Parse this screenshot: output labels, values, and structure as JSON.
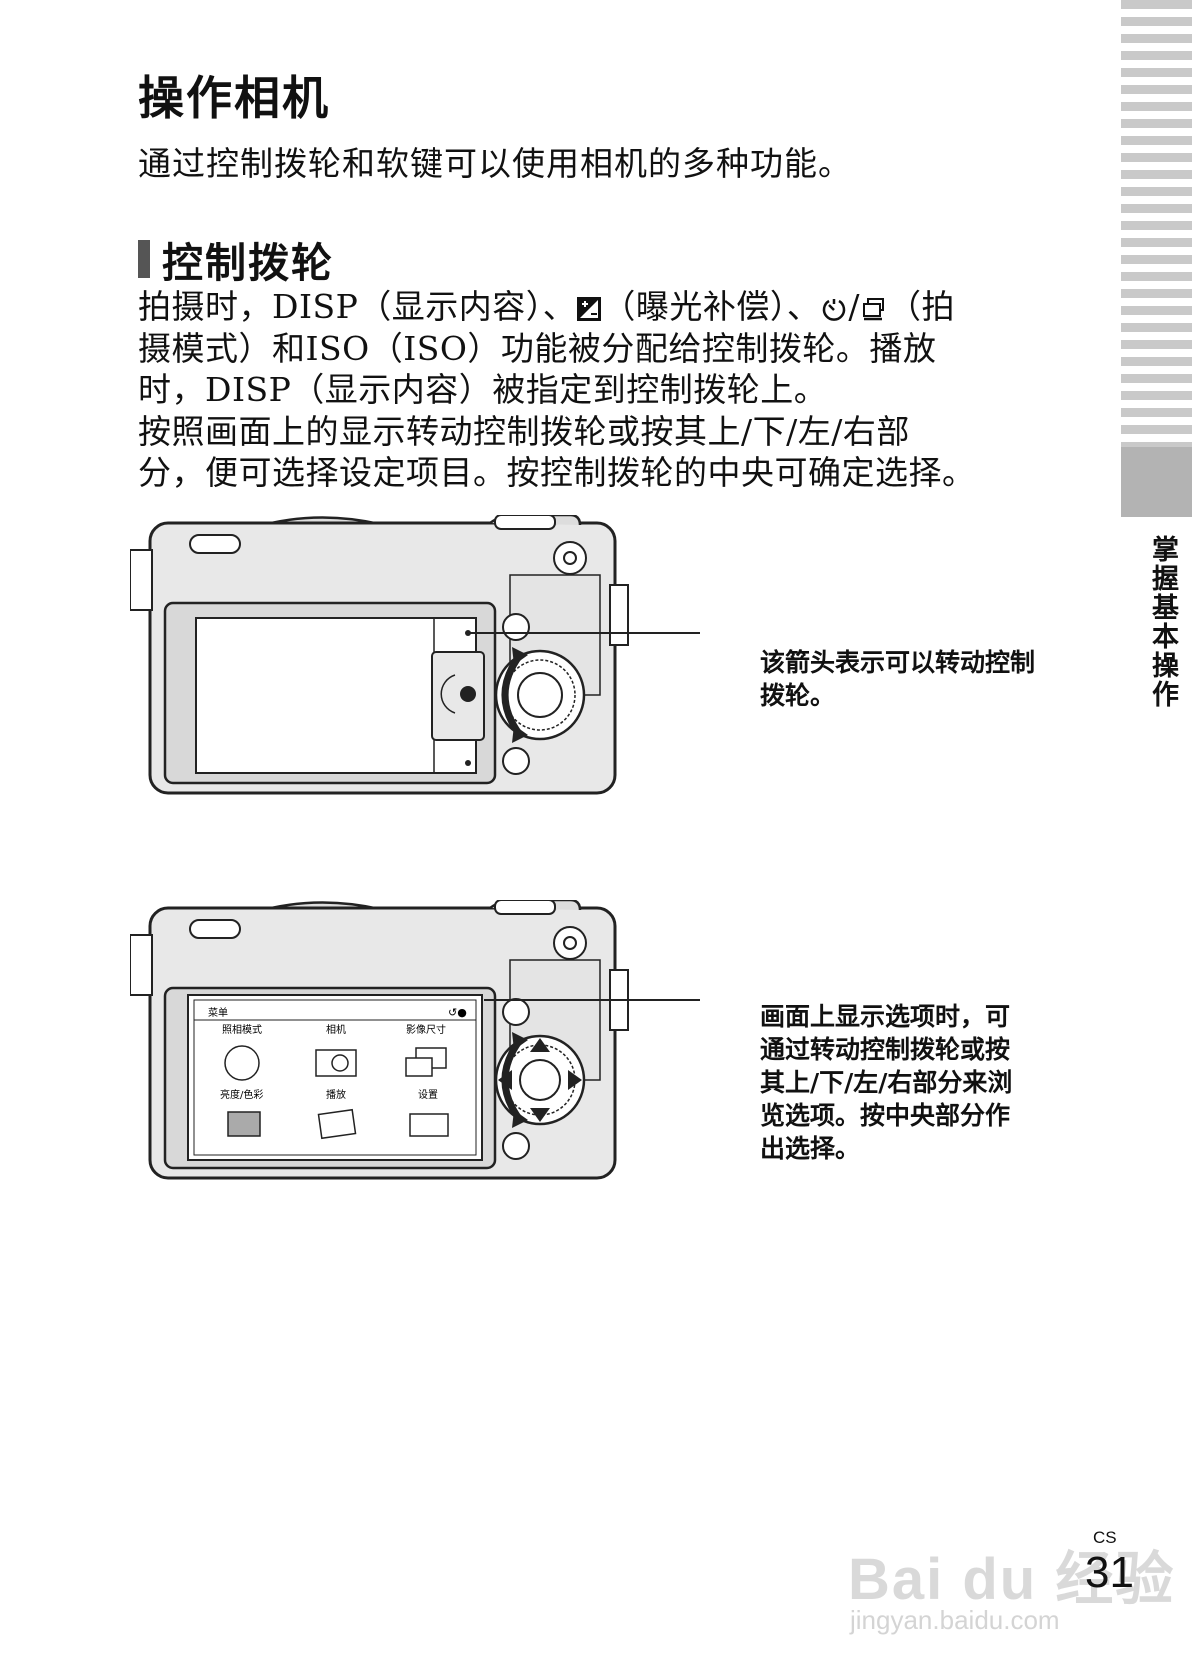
{
  "side_tab": {
    "label": "掌握基本操作"
  },
  "title": "操作相机",
  "intro": "通过控制拨轮和软键可以使用相机的多种功能。",
  "section": {
    "title": "控制拨轮"
  },
  "body": {
    "line1_a": "拍摄时，DISP（显示内容）、",
    "line1_b": "（曝光补偿）、",
    "line1_c": "/",
    "line1_d": "（拍",
    "line2": "摄模式）和ISO（ISO）功能被分配给控制拨轮。播放",
    "line3": "时，DISP（显示内容）被指定到控制拨轮上。",
    "line4": "按照画面上的显示转动控制拨轮或按其上/下/左/右部",
    "line5": "分，便可选择设定项目。按控制拨轮的中央可确定选择。"
  },
  "figure1": {
    "callout_line1": "该箭头表示可以转动控制",
    "callout_line2": "拨轮。"
  },
  "figure2": {
    "callout_line1": "画面上显示选项时，可",
    "callout_line2": "通过转动控制拨轮或按",
    "callout_line3": "其上/下/左/右部分来浏",
    "callout_line4": "览选项。按中央部分作",
    "callout_line5": "出选择。",
    "menu": {
      "header": "菜单",
      "items": [
        "照相模式",
        "相机",
        "影像尺寸",
        "亮度/色彩",
        "播放",
        "设置"
      ]
    }
  },
  "page": {
    "number": "31",
    "lang": "CS"
  },
  "watermark": {
    "text": "Bai du 经验",
    "sub": "jingyan.baidu.com"
  }
}
